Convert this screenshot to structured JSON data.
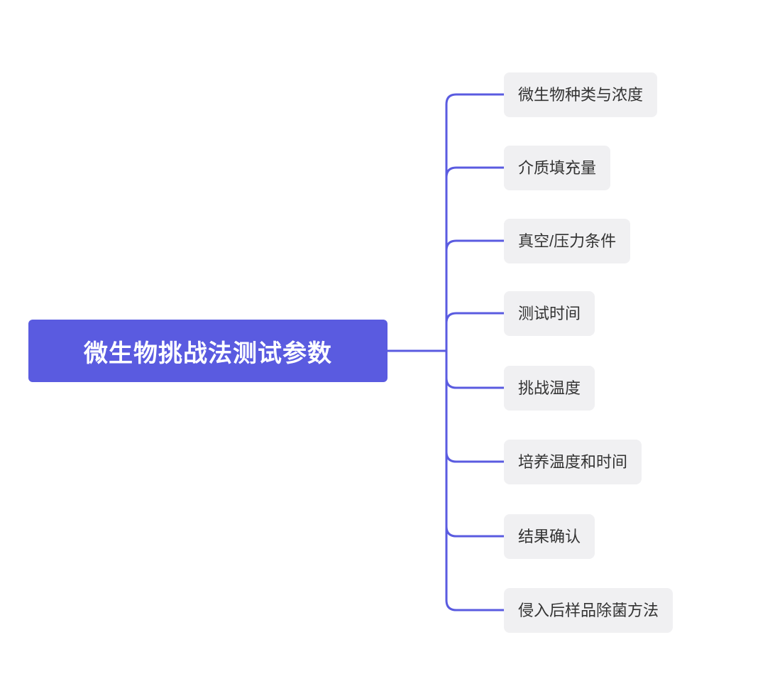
{
  "mindmap": {
    "root": {
      "label": "微生物挑战法测试参数"
    },
    "children": [
      {
        "label": "微生物种类与浓度"
      },
      {
        "label": "介质填充量"
      },
      {
        "label": "真空/压力条件"
      },
      {
        "label": "测试时间"
      },
      {
        "label": "挑战温度"
      },
      {
        "label": "培养温度和时间"
      },
      {
        "label": "结果确认"
      },
      {
        "label": "侵入后样品除菌方法"
      }
    ],
    "colors": {
      "accent": "#5a5be0",
      "child_node_bg": "#f0f0f2",
      "child_node_text": "#333333",
      "root_node_text": "#ffffff",
      "background": "#ffffff"
    }
  }
}
